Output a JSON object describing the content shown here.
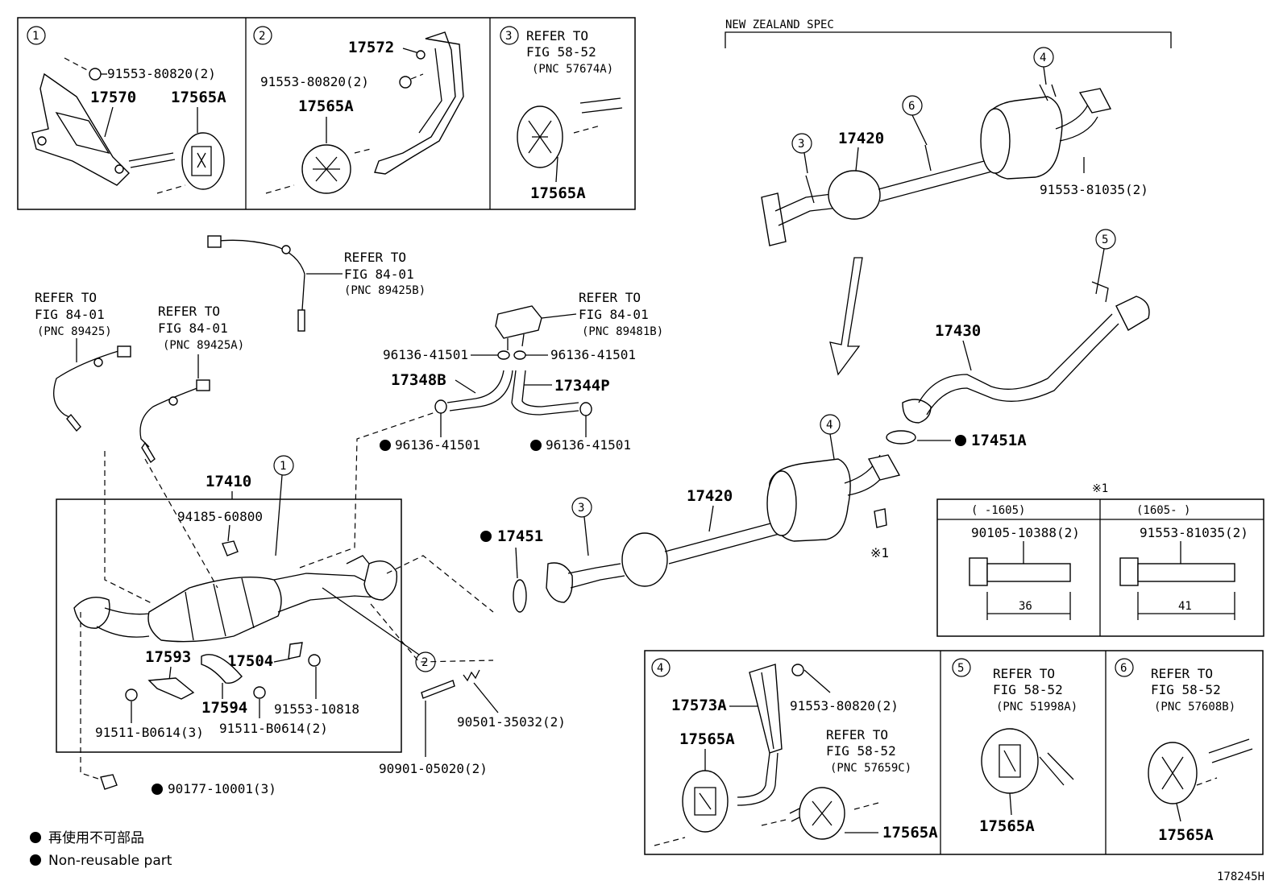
{
  "title": "NEW ZEALAND SPEC",
  "drawing_no": "178245H",
  "legend": {
    "ja": "再使用不可部品",
    "en": "Non-reusable part"
  },
  "callouts": {
    "c1": "1",
    "c2": "2",
    "c3": "3",
    "c4": "4",
    "c5": "5",
    "c6": "6"
  },
  "refer": {
    "refer_to": "REFER TO"
  },
  "inset1": {
    "bolt": "91553-80820(2)",
    "bracket": "17570",
    "hanger": "17565A"
  },
  "inset2": {
    "bracket": "17572",
    "bolt": "91553-80820(2)",
    "hanger": "17565A"
  },
  "inset3": {
    "fig": "FIG 58-52",
    "pnc": "(PNC 57674A)",
    "hanger": "17565A"
  },
  "nz": {
    "muffler": "17420",
    "bolt": "91553-81035(2)"
  },
  "sensors": {
    "s1_fig": "FIG 84-01",
    "s1_pnc": "(PNC 89425B)",
    "s2_fig": "FIG 84-01",
    "s2_pnc": "(PNC 89425)",
    "s3_fig": "FIG 84-01",
    "s3_pnc": "(PNC 89425A)"
  },
  "vsv": {
    "fig": "FIG 84-01",
    "pnc": "(PNC 89481B)",
    "clip_a": "96136-41501",
    "clip_b": "96136-41501",
    "hose_a": "17348B",
    "hose_b": "17344P",
    "clip_c": "96136-41501",
    "clip_d": "96136-41501"
  },
  "main": {
    "converter": "17410",
    "nut": "94185-60800",
    "ring": "17451",
    "gasket": "17451A",
    "tail": "17430",
    "muffler": "17420",
    "note": "※1"
  },
  "conv_parts": {
    "bracket_a": "17593",
    "bracket_b": "17504",
    "bracket_c": "17594",
    "bolt_a": "91553-10818",
    "bolt_b": "91511-B0614(3)",
    "bolt_c": "91511-B0614(2)",
    "bolt_d": "90901-05020(2)",
    "spring": "90501-35032(2)",
    "nut_d": "90177-10001(3)"
  },
  "bolt_table": {
    "mark": "※1",
    "col1_header": "(    -1605)",
    "col2_header": "(1605-     )",
    "col1_part": "90105-10388(2)",
    "col2_part": "91553-81035(2)",
    "col1_len": "36",
    "col2_len": "41"
  },
  "inset4": {
    "bracket": "17573A",
    "bolt": "91553-80820(2)",
    "hanger_a": "17565A",
    "hanger_b": "17565A",
    "fig": "FIG 58-52",
    "pnc": "(PNC 57659C)"
  },
  "inset5": {
    "fig": "FIG 58-52",
    "pnc": "(PNC 51998A)",
    "hanger": "17565A"
  },
  "inset6": {
    "fig": "FIG 58-52",
    "pnc": "(PNC 57608B)",
    "hanger": "17565A"
  }
}
